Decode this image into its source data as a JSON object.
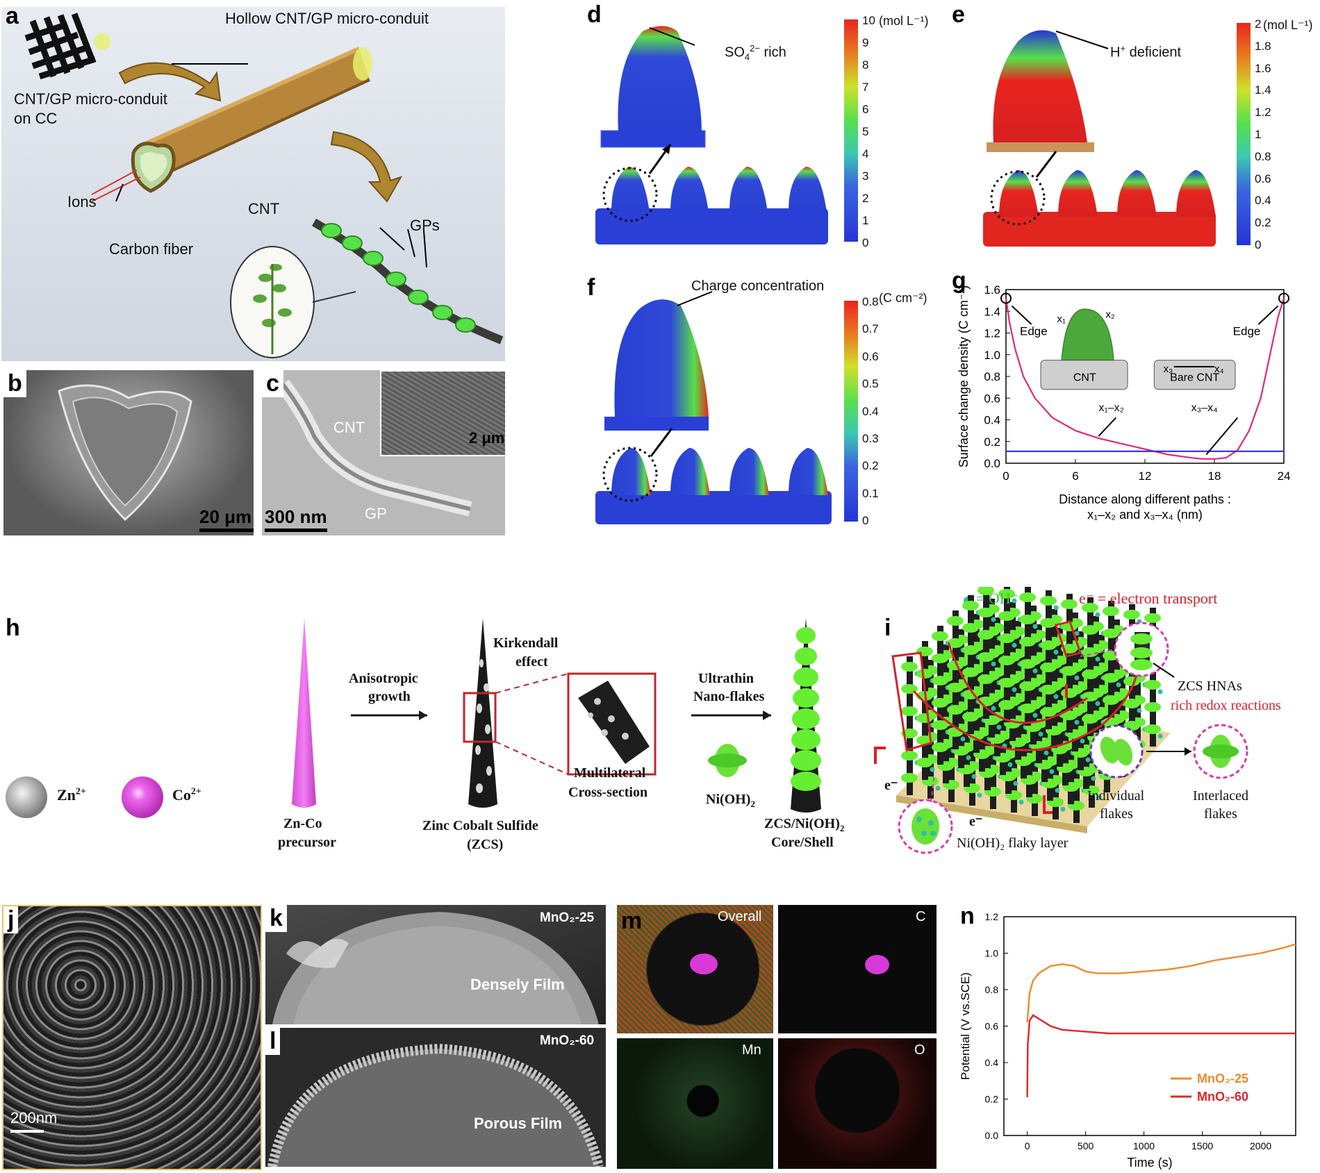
{
  "panels": {
    "a": {
      "label": "a",
      "title": "Hollow CNT/GP micro-conduit",
      "on_cc_1": "CNT/GP micro-conduit",
      "on_cc_2": "on CC",
      "ions": "Ions",
      "carbon_fiber": "Carbon fiber",
      "cnt": "CNT",
      "gps": "GPs"
    },
    "b": {
      "label": "b",
      "scale": "20 μm"
    },
    "c": {
      "label": "c",
      "scale": "300 nm",
      "inset_scale": "2 μm",
      "cnt": "CNT",
      "gp": "GP"
    },
    "d": {
      "label": "d",
      "annotation_main": "SO",
      "annotation_sub": "4",
      "annotation_sup": "2−",
      "annotation_tail": " rich",
      "unit": "(mol L⁻¹)",
      "ticks": [
        "10",
        "9",
        "8",
        "7",
        "6",
        "5",
        "4",
        "3",
        "2",
        "1",
        "0"
      ]
    },
    "e": {
      "label": "e",
      "annotation_main": "H",
      "annotation_sup": "+",
      "annotation_tail": " deficient",
      "unit": "(mol L⁻¹)",
      "ticks": [
        "2",
        "1.8",
        "1.6",
        "1.4",
        "1.2",
        "1",
        "0.8",
        "0.6",
        "0.4",
        "0.2",
        "0"
      ]
    },
    "f": {
      "label": "f",
      "annotation": "Charge concentration",
      "unit": "(C cm⁻²)",
      "ticks": [
        "0.8",
        "0.7",
        "0.6",
        "0.5",
        "0.4",
        "0.3",
        "0.2",
        "0.1",
        "0"
      ]
    },
    "g": {
      "label": "g",
      "edge_left": "Edge",
      "edge_right": "Edge",
      "inset_cnt": "CNT",
      "inset_bare": "Bare CNT",
      "inset_x1": "x",
      "inset_x2": "x",
      "inset_x3": "x",
      "inset_x4": "x",
      "ann_x1x2": "x₁–x₂",
      "ann_x3x4": "x₃–x₄"
    },
    "h": {
      "label": "h",
      "zn": "Zn",
      "zn_sup": "2+",
      "co": "Co",
      "co_sup": "2+",
      "precursor_1": "Zn-Co",
      "precursor_2": "precursor",
      "anisotropic_1": "Anisotropic",
      "anisotropic_2": "growth",
      "kirkendall_1": "Kirkendall",
      "kirkendall_2": "effect",
      "zcs_1": "Zinc  Cobalt  Sulfide",
      "zcs_2": "(ZCS)",
      "cross_1": "Multilateral",
      "cross_2": "Cross-section",
      "ultrathin_1": "Ultrathin",
      "ultrathin_2": "Nano-flakes",
      "nioh": "Ni(OH)",
      "nioh_sub": "2",
      "core_1": "ZCS/Ni(OH)",
      "core_1_sub": "2",
      "core_2": "Core/Shell"
    },
    "i": {
      "label": "i",
      "oh_legend": "= OH⁻",
      "e_legend": "e⁻ = electron transport",
      "zcs_hnas": "ZCS HNAs",
      "rich_redox": "rich redox reactions",
      "individual_1": "Individual",
      "individual_2": "flakes",
      "interlaced_1": "Interlaced",
      "interlaced_2": "flakes",
      "flaky_layer": "Ni(OH)₂ flaky layer",
      "e_minus": "e⁻"
    },
    "j": {
      "label": "j",
      "scale": "200nm"
    },
    "k": {
      "label": "k",
      "sample": "MnO₂-25",
      "film": "Densely Film"
    },
    "l": {
      "label": "l",
      "sample": "MnO₂-60",
      "film": "Porous Film"
    },
    "m": {
      "label": "m",
      "overall": "Overall",
      "c": "C",
      "mn": "Mn",
      "o": "O"
    },
    "n": {
      "label": "n"
    }
  },
  "colors": {
    "jet_red": "#e8251f",
    "jet_green": "#58e04a",
    "jet_blue": "#2634d6",
    "magenta_curve": "#e0287f",
    "blue_line": "#2b2fd8",
    "orange_curve": "#ef8a2c",
    "red_curve": "#e3242b",
    "panel_a_bg": "#dde3ec",
    "conduit": "#b8863a",
    "flake_green": "#66ee33"
  },
  "chart_data": [
    {
      "panel": "g",
      "type": "line",
      "xlabel": "Distance along different paths :",
      "xlabel2": "x₁–x₂ and x₃–x₄ (nm)",
      "ylabel": "Surface change density (C cm⁻²)",
      "xlim": [
        0,
        24
      ],
      "ylim": [
        0,
        1.6
      ],
      "xticks": [
        0,
        6,
        12,
        18,
        24
      ],
      "yticks": [
        0.0,
        0.2,
        0.4,
        0.6,
        0.8,
        1.0,
        1.2,
        1.4,
        1.6
      ],
      "series": [
        {
          "x": [
            0,
            0.3,
            0.8,
            1.5,
            2.5,
            4,
            6,
            8,
            10,
            12,
            14,
            16,
            17,
            18,
            19,
            20,
            21,
            22,
            22.8,
            23.5,
            24
          ],
          "y": [
            1.52,
            1.3,
            1.05,
            0.8,
            0.6,
            0.42,
            0.3,
            0.23,
            0.18,
            0.13,
            0.08,
            0.05,
            0.04,
            0.04,
            0.05,
            0.12,
            0.3,
            0.6,
            1.0,
            1.35,
            1.52
          ]
        },
        {
          "x": [
            0,
            24
          ],
          "y": [
            0.11,
            0.11
          ]
        }
      ]
    },
    {
      "panel": "n",
      "type": "line",
      "xlabel": "Time (s)",
      "ylabel": "Potential (V vs.SCE)",
      "xlim": [
        -200,
        2300
      ],
      "ylim": [
        0.0,
        1.2
      ],
      "xticks": [
        0,
        500,
        1000,
        1500,
        2000
      ],
      "yticks": [
        0.0,
        0.2,
        0.4,
        0.6,
        0.8,
        1.0,
        1.2
      ],
      "legend_position": "bottom-right",
      "series": [
        {
          "name": "MnO₂-25",
          "x": [
            0,
            20,
            50,
            100,
            200,
            300,
            400,
            500,
            600,
            800,
            1000,
            1200,
            1400,
            1600,
            1800,
            2000,
            2200,
            2300
          ],
          "y": [
            0.62,
            0.78,
            0.85,
            0.89,
            0.93,
            0.94,
            0.93,
            0.9,
            0.89,
            0.89,
            0.9,
            0.91,
            0.93,
            0.96,
            0.98,
            1.0,
            1.03,
            1.05
          ]
        },
        {
          "name": "MnO₂-60",
          "x": [
            0,
            5,
            20,
            50,
            100,
            200,
            300,
            500,
            700,
            1000,
            1300,
            1600,
            1900,
            2100,
            2300
          ],
          "y": [
            0.21,
            0.5,
            0.63,
            0.66,
            0.64,
            0.6,
            0.58,
            0.57,
            0.56,
            0.56,
            0.56,
            0.56,
            0.56,
            0.56,
            0.56
          ]
        }
      ]
    }
  ]
}
